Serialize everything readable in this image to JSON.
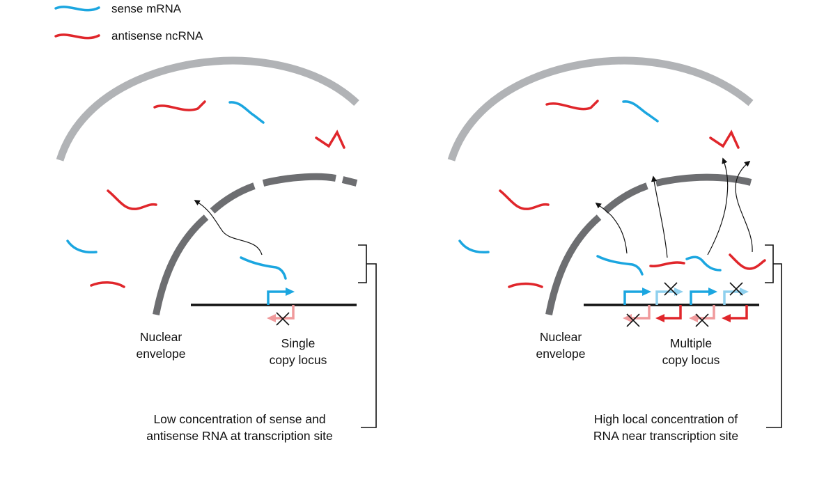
{
  "colors": {
    "sense": "#1ba6e0",
    "antisense": "#e0262b",
    "sense_faded": "#8fd0ee",
    "antisense_faded": "#f09a9c",
    "nuclear_envelope": "#6d6e71",
    "cell_outline": "#b1b3b6",
    "dna": "#111111",
    "arrow": "#111111"
  },
  "legend": {
    "sense": "sense mRNA",
    "antisense": "antisense ncRNA"
  },
  "left_panel": {
    "envelope_line1": "Nuclear",
    "envelope_line2": "envelope",
    "locus_line1": "Single",
    "locus_line2": "copy locus",
    "caption_line1": "Low concentration of sense and",
    "caption_line2": "antisense RNA at transcription site"
  },
  "right_panel": {
    "envelope_line1": "Nuclear",
    "envelope_line2": "envelope",
    "locus_line1": "Multiple",
    "locus_line2": "copy locus",
    "caption_line1": "High local concentration of",
    "caption_line2": "RNA near transcription site"
  }
}
